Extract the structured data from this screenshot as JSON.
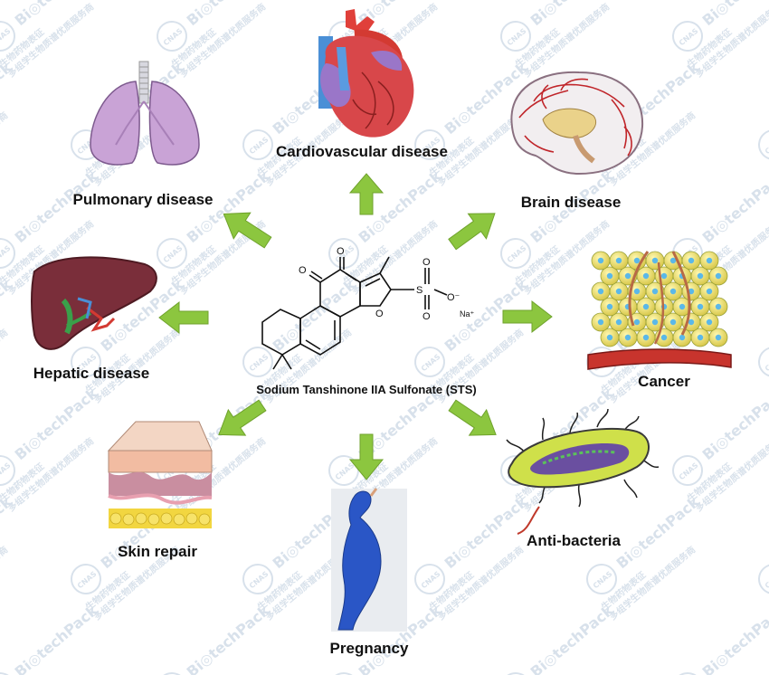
{
  "labels": {
    "cardiovascular": "Cardiovascular disease",
    "pulmonary": "Pulmonary disease",
    "brain": "Brain disease",
    "hepatic": "Hepatic disease",
    "cancer": "Cancer",
    "skin": "Skin repair",
    "antibacteria": "Anti-bacteria",
    "pregnancy": "Pregnancy"
  },
  "center": {
    "caption": "Sodium Tanshinone IIA Sulfonate (STS)",
    "atom_o_top": "O",
    "atom_o_left": "O",
    "atom_o_furan": "O",
    "atom_o_sulf_top": "O",
    "atom_o_sulf_bottom": "O",
    "atom_o_minus": "O⁻",
    "atom_s": "S",
    "atom_na": "Na⁺"
  },
  "watermark": {
    "brand": "Bi◎techPack",
    "cnas": "CNAS",
    "line1": "生物药物表征",
    "line2": "多组学生物质谱优质服务商"
  },
  "colors": {
    "arrow": "#8cc63f",
    "arrow_edge": "#6fa22c",
    "watermark": "#b9cadb"
  }
}
